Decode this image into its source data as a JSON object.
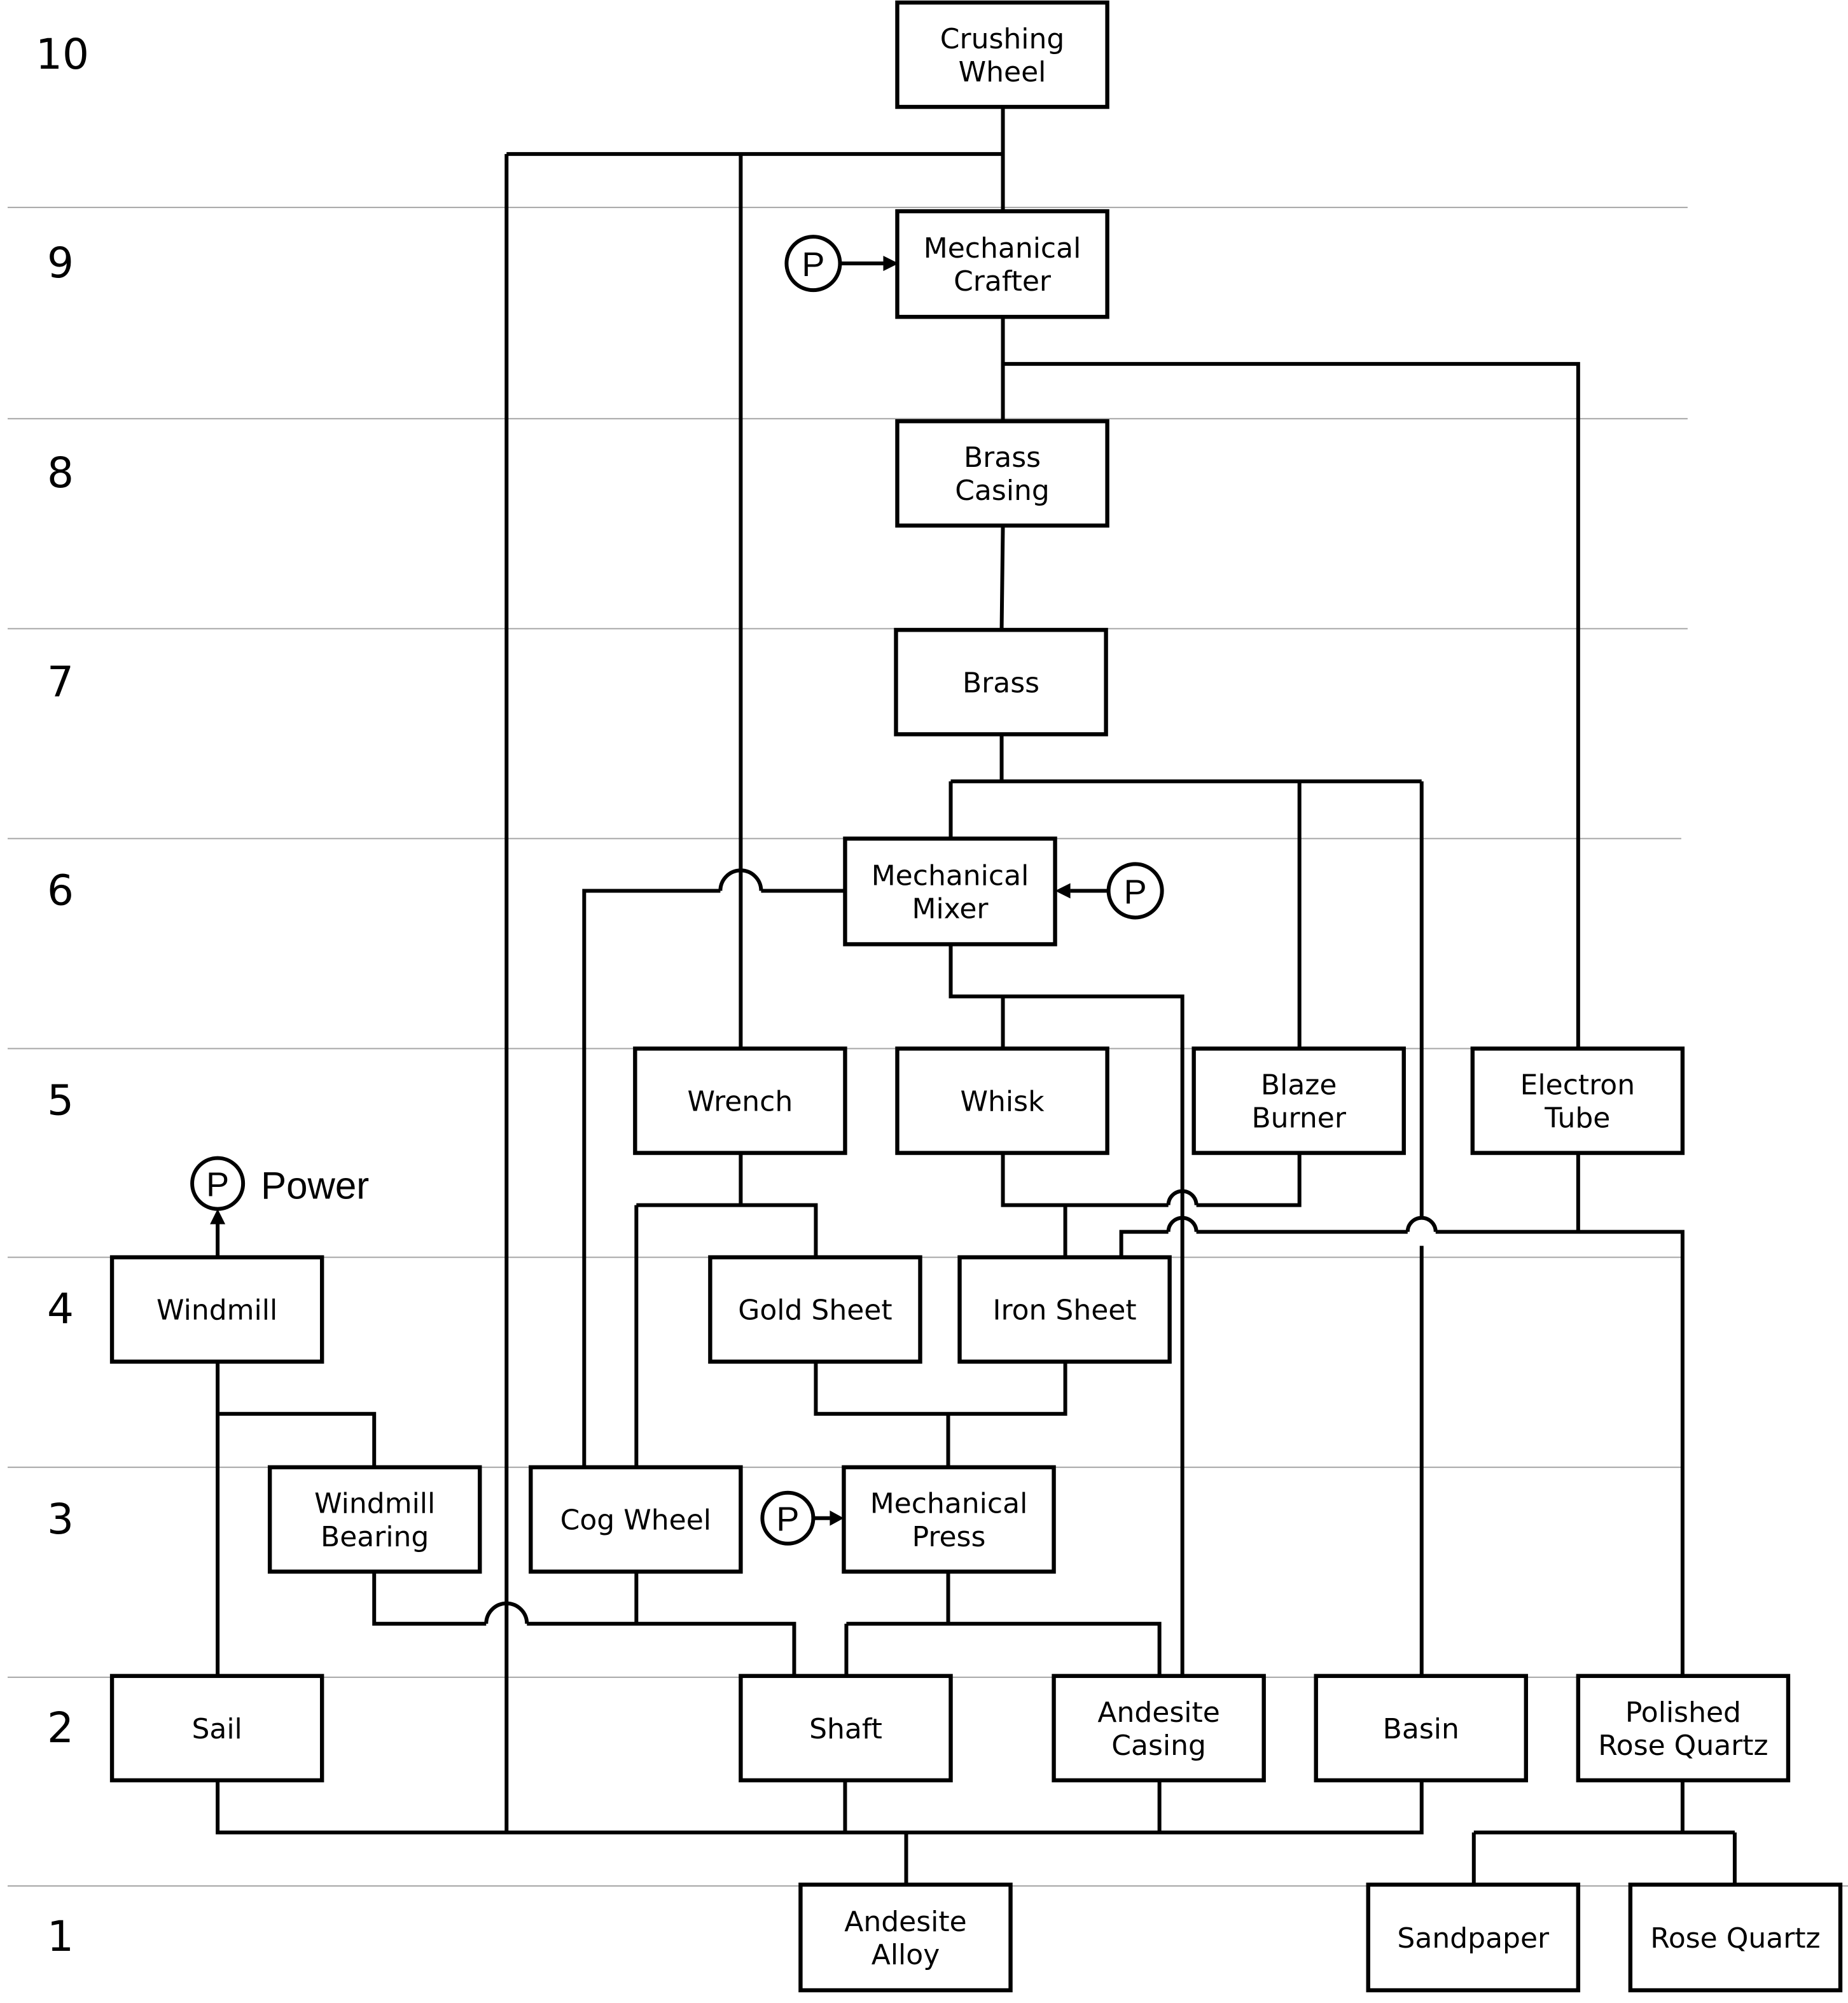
{
  "title": "Crushing Wheel crafting tree",
  "tiers": [
    "10",
    "9",
    "8",
    "7",
    "6",
    "5",
    "4",
    "3",
    "2",
    "1"
  ],
  "nodes": [
    {
      "id": "crushing-wheel",
      "lines": [
        "Crushing",
        "Wheel"
      ],
      "tier": 10
    },
    {
      "id": "mechanical-crafter",
      "lines": [
        "Mechanical",
        "Crafter"
      ],
      "tier": 9
    },
    {
      "id": "brass-casing",
      "lines": [
        "Brass",
        "Casing"
      ],
      "tier": 8
    },
    {
      "id": "brass",
      "lines": [
        "Brass"
      ],
      "tier": 7
    },
    {
      "id": "mechanical-mixer",
      "lines": [
        "Mechanical",
        "Mixer"
      ],
      "tier": 6
    },
    {
      "id": "wrench",
      "lines": [
        "Wrench"
      ],
      "tier": 5
    },
    {
      "id": "whisk",
      "lines": [
        "Whisk"
      ],
      "tier": 5
    },
    {
      "id": "blaze-burner",
      "lines": [
        "Blaze",
        "Burner"
      ],
      "tier": 5
    },
    {
      "id": "electron-tube",
      "lines": [
        "Electron",
        "Tube"
      ],
      "tier": 5
    },
    {
      "id": "windmill",
      "lines": [
        "Windmill"
      ],
      "tier": 4
    },
    {
      "id": "gold-sheet",
      "lines": [
        "Gold Sheet"
      ],
      "tier": 4
    },
    {
      "id": "iron-sheet",
      "lines": [
        "Iron Sheet"
      ],
      "tier": 4
    },
    {
      "id": "windmill-bearing",
      "lines": [
        "Windmill",
        "Bearing"
      ],
      "tier": 3
    },
    {
      "id": "cog-wheel",
      "lines": [
        "Cog Wheel"
      ],
      "tier": 3
    },
    {
      "id": "mechanical-press",
      "lines": [
        "Mechanical",
        "Press"
      ],
      "tier": 3
    },
    {
      "id": "sail",
      "lines": [
        "Sail"
      ],
      "tier": 2
    },
    {
      "id": "shaft",
      "lines": [
        "Shaft"
      ],
      "tier": 2
    },
    {
      "id": "andesite-casing",
      "lines": [
        "Andesite",
        "Casing"
      ],
      "tier": 2
    },
    {
      "id": "basin",
      "lines": [
        "Basin"
      ],
      "tier": 2
    },
    {
      "id": "polished-rose-quartz",
      "lines": [
        "Polished",
        "Rose Quartz"
      ],
      "tier": 2
    },
    {
      "id": "andesite-alloy",
      "lines": [
        "Andesite",
        "Alloy"
      ],
      "tier": 1
    },
    {
      "id": "sandpaper",
      "lines": [
        "Sandpaper"
      ],
      "tier": 1
    },
    {
      "id": "rose-quartz",
      "lines": [
        "Rose Quartz"
      ],
      "tier": 1
    }
  ],
  "power": {
    "symbol": "P",
    "caption": "Power",
    "consumers": [
      "mechanical-crafter",
      "mechanical-mixer",
      "mechanical-press"
    ],
    "producers": [
      "windmill"
    ]
  },
  "edges": [
    {
      "from": "mechanical-crafter",
      "to": "crushing-wheel"
    },
    {
      "from": "wrench",
      "to": "crushing-wheel"
    },
    {
      "from": "andesite-alloy",
      "to": "crushing-wheel"
    },
    {
      "from": "brass-casing",
      "to": "mechanical-crafter"
    },
    {
      "from": "electron-tube",
      "to": "mechanical-crafter"
    },
    {
      "from": "brass",
      "to": "brass-casing"
    },
    {
      "from": "mechanical-mixer",
      "to": "brass"
    },
    {
      "from": "blaze-burner",
      "to": "brass"
    },
    {
      "from": "basin",
      "to": "brass"
    },
    {
      "from": "cog-wheel",
      "to": "mechanical-mixer"
    },
    {
      "from": "whisk",
      "to": "mechanical-mixer"
    },
    {
      "from": "andesite-casing",
      "to": "mechanical-mixer"
    },
    {
      "from": "gold-sheet",
      "to": "wrench"
    },
    {
      "from": "cog-wheel",
      "to": "wrench"
    },
    {
      "from": "iron-sheet",
      "to": "whisk"
    },
    {
      "from": "iron-sheet",
      "to": "blaze-burner"
    },
    {
      "from": "iron-sheet",
      "to": "electron-tube"
    },
    {
      "from": "polished-rose-quartz",
      "to": "electron-tube"
    },
    {
      "from": "sail",
      "to": "windmill"
    },
    {
      "from": "windmill-bearing",
      "to": "windmill"
    },
    {
      "from": "mechanical-press",
      "to": "gold-sheet"
    },
    {
      "from": "mechanical-press",
      "to": "iron-sheet"
    },
    {
      "from": "shaft",
      "to": "windmill-bearing"
    },
    {
      "from": "shaft",
      "to": "cog-wheel"
    },
    {
      "from": "shaft",
      "to": "mechanical-press"
    },
    {
      "from": "andesite-casing",
      "to": "mechanical-press"
    },
    {
      "from": "andesite-alloy",
      "to": "sail"
    },
    {
      "from": "andesite-alloy",
      "to": "shaft"
    },
    {
      "from": "andesite-alloy",
      "to": "andesite-casing"
    },
    {
      "from": "andesite-alloy",
      "to": "basin"
    },
    {
      "from": "sandpaper",
      "to": "polished-rose-quartz"
    },
    {
      "from": "rose-quartz",
      "to": "polished-rose-quartz"
    }
  ]
}
